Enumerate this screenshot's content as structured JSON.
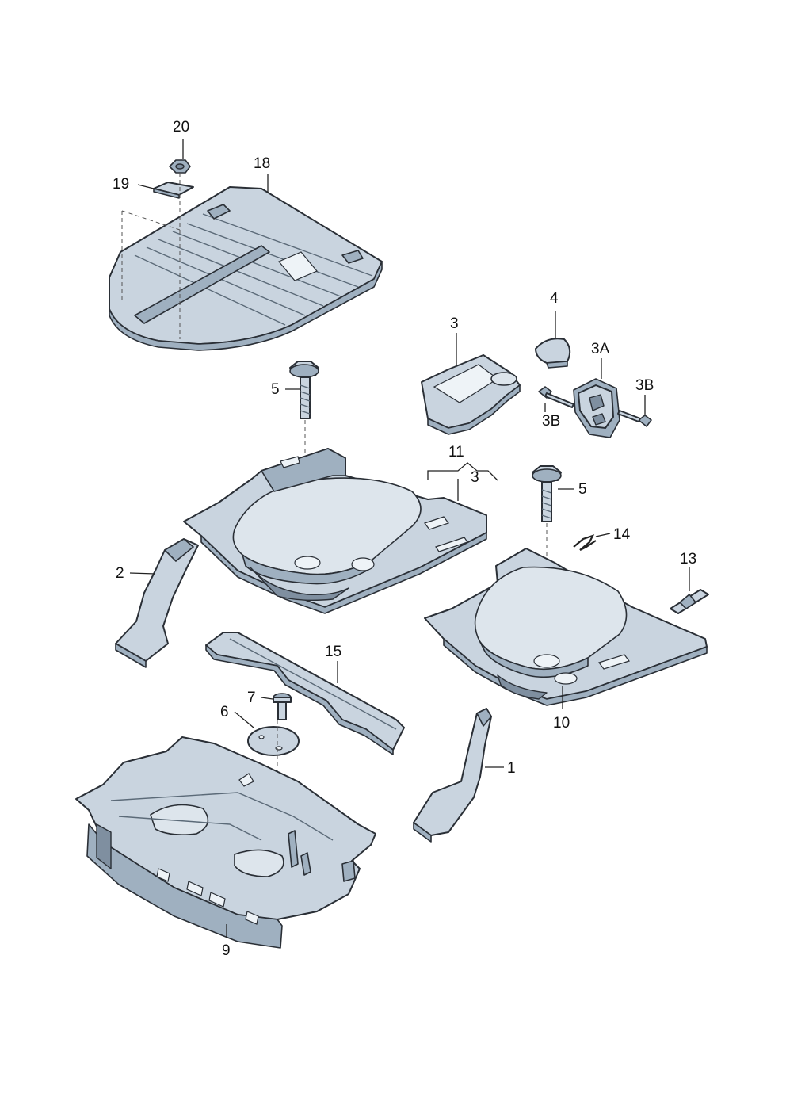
{
  "labels": {
    "l20": "20",
    "l18": "18",
    "l19": "19",
    "l3a": "3",
    "l4": "4",
    "l3A": "3A",
    "l3B1": "3B",
    "l3B2": "3B",
    "l5a": "5",
    "l11": "11",
    "l3b": "3",
    "l5b": "5",
    "l14": "14",
    "l2": "2",
    "l13": "13",
    "l15": "15",
    "l7": "7",
    "l6": "6",
    "l10": "10",
    "l1": "1",
    "l9": "9"
  },
  "colors": {
    "part_fill": "#c9d4df",
    "part_shade": "#9fb0c0",
    "outline": "#2a2f36"
  }
}
